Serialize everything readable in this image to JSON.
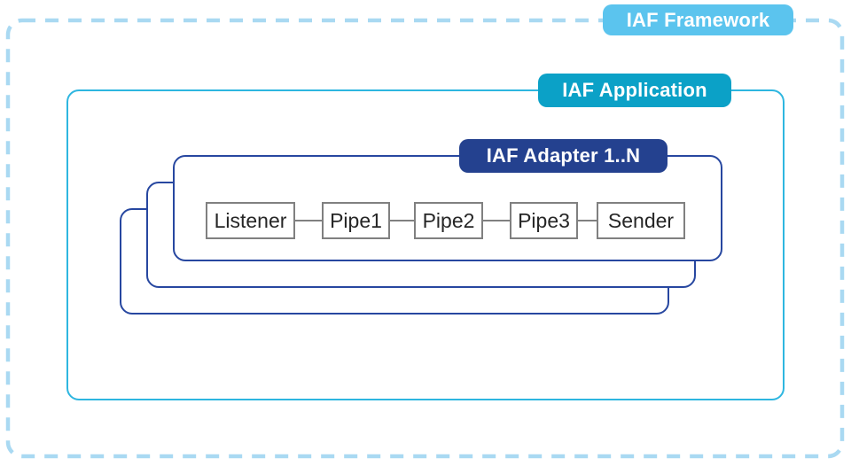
{
  "diagram": {
    "framework": {
      "label": "IAF Framework"
    },
    "application": {
      "label": "IAF Application"
    },
    "adapter": {
      "label": "IAF Adapter 1..N"
    },
    "pipeline": {
      "nodes": [
        "Listener",
        "Pipe1",
        "Pipe2",
        "Pipe3",
        "Sender"
      ]
    }
  },
  "colors": {
    "framework_badge": "#5bc4ee",
    "framework_dash": "#a9d9f2",
    "application_badge": "#0ba1c7",
    "application_border": "#2eb6e0",
    "adapter_badge": "#24418f",
    "adapter_border": "#2747a0",
    "node_border": "#808080",
    "node_text": "#262626",
    "connector": "#808080",
    "badge_text": "#ffffff"
  }
}
